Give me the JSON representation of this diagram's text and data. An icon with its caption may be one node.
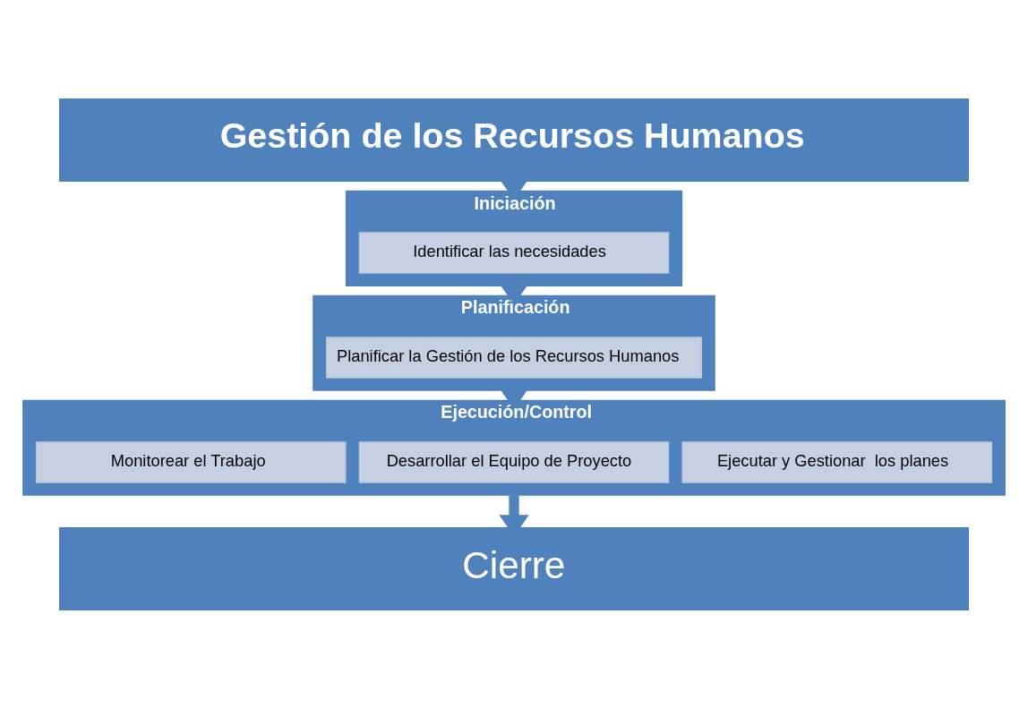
{
  "diagram": {
    "nodes": [
      {
        "text": [
          "Gestión de los Recursos Humanos"
        ]
      },
      {
        "text": [
          "Iniciación"
        ]
      },
      {
        "text": [
          "Identificar las necesidades"
        ],
        "in": 1
      },
      {
        "text": [
          "Planificación"
        ]
      },
      {
        "text": [
          "Planificar la Gestión de los Recursos Humanos"
        ],
        "in": 3
      },
      {
        "text": [
          "Ejecución/Control"
        ]
      },
      {
        "text": [
          "Ejecutar y Gestionar  los planes"
        ],
        "in": 5
      },
      {
        "text": [
          "Desarrollar el Equipo de Proyecto"
        ],
        "in": 5
      },
      {
        "text": [
          "Monitorear el Trabajo"
        ],
        "in": 5
      },
      {
        "text": [
          "Cierre"
        ]
      }
    ],
    "edges": [
      {
        "from": 0,
        "to": 1,
        "arrow": "to"
      },
      {
        "from": 1,
        "to": 3,
        "arrow": "to"
      },
      {
        "from": 3,
        "to": 5,
        "arrow": "to"
      },
      {
        "from": 5,
        "to": 9,
        "arrow": "to"
      }
    ]
  }
}
